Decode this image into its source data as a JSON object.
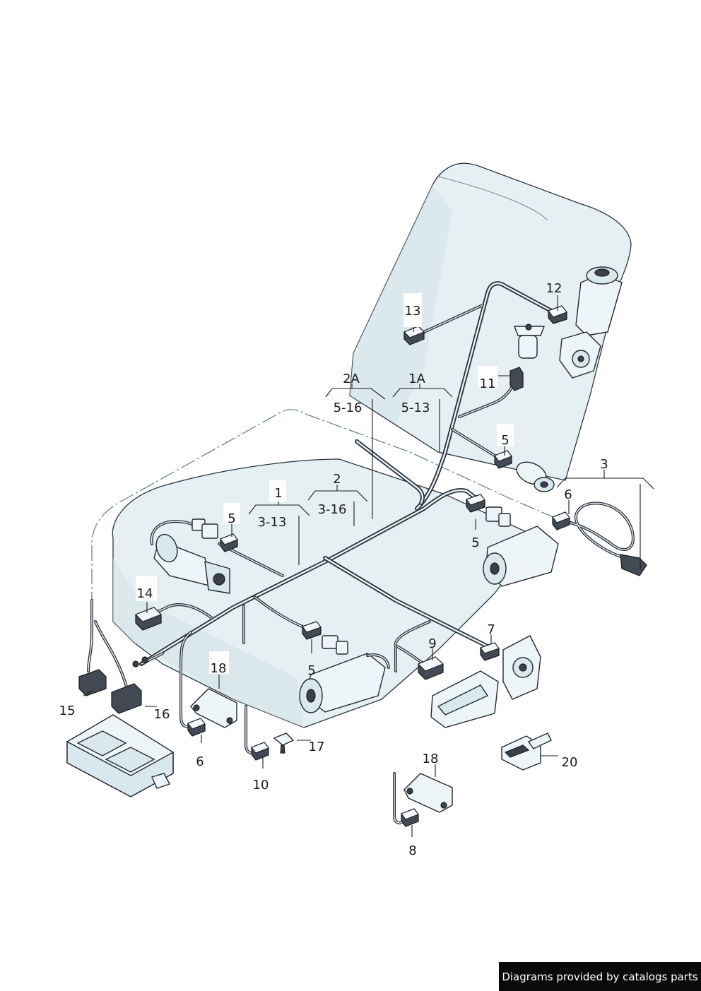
{
  "labels": {
    "p1": "1",
    "p1_range": "3-13",
    "p1A": "1A",
    "p1A_range": "5-13",
    "p2": "2",
    "p2_range": "3-16",
    "p2A": "2A",
    "p2A_range": "5-16",
    "p3": "3",
    "p5a": "5",
    "p5b": "5",
    "p5c": "5",
    "p5d": "5",
    "p6a": "6",
    "p6b": "6",
    "p7": "7",
    "p8": "8",
    "p9": "9",
    "p10": "10",
    "p11": "11",
    "p12": "12",
    "p13": "13",
    "p14": "14",
    "p15": "15",
    "p16": "16",
    "p17": "17",
    "p18a": "18",
    "p18b": "18",
    "p20": "20"
  },
  "footer": {
    "text": "Diagrams provided by catalogs parts"
  },
  "colors": {
    "wire": "#2a2f3a",
    "seat": "#e6f0f3",
    "footer_bg": "#0a0a0a"
  }
}
